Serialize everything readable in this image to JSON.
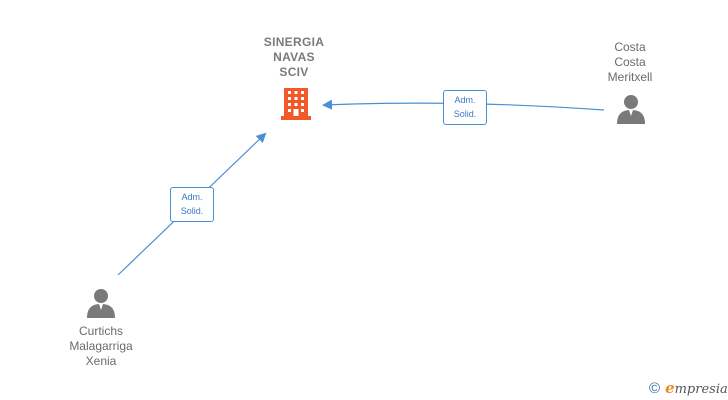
{
  "company": {
    "name_lines": [
      "SINERGIA",
      "NAVAS",
      "SCIV"
    ],
    "icon": "building-icon",
    "color": "#f05a28"
  },
  "people": [
    {
      "id": "costa",
      "name_lines": [
        "Costa",
        "Costa",
        "Meritxell"
      ],
      "icon": "person-icon"
    },
    {
      "id": "curtichs",
      "name_lines": [
        "Curtichs",
        "Malagarriga",
        "Xenia"
      ],
      "icon": "person-icon"
    }
  ],
  "relations": [
    {
      "from": "costa",
      "to": "company",
      "label_lines": [
        "Adm.",
        "Solid."
      ]
    },
    {
      "from": "curtichs",
      "to": "company",
      "label_lines": [
        "Adm.",
        "Solid."
      ]
    }
  ],
  "footer": {
    "copyright_symbol": "©",
    "brand_initial": "e",
    "brand_rest": "mpresia"
  },
  "colors": {
    "edge": "#4a8fd6",
    "person": "#7a7a7a",
    "text": "#6b6b6b"
  }
}
